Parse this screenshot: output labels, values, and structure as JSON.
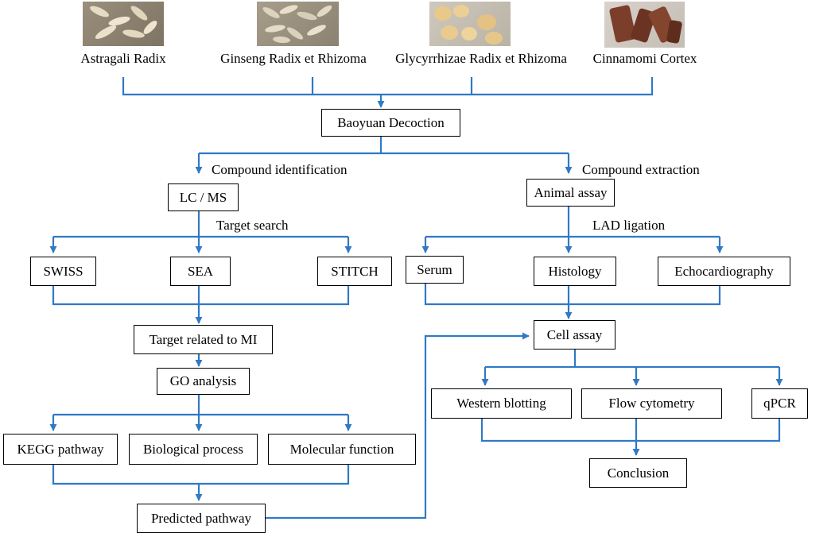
{
  "herbs": [
    {
      "name": "Astragali Radix",
      "icon": "astragali-slices-photo"
    },
    {
      "name": "Ginseng Radix et Rhizoma",
      "icon": "ginseng-slices-photo"
    },
    {
      "name": "Glycyrrhizae Radix et Rhizoma",
      "icon": "glycyrrhizae-slices-photo"
    },
    {
      "name": "Cinnamomi Cortex",
      "icon": "cinnamomi-bark-photo"
    }
  ],
  "nodes": {
    "decoction": "Baoyuan Decoction",
    "lcms": "LC / MS",
    "swiss": "SWISS",
    "sea": "SEA",
    "stitch": "STITCH",
    "target_mi": "Target related to MI",
    "go": "GO analysis",
    "kegg": "KEGG pathway",
    "bio": "Biological process",
    "mol": "Molecular function",
    "predicted": "Predicted pathway",
    "animal": "Animal assay",
    "serum": "Serum",
    "histology": "Histology",
    "echo": "Echocardiography",
    "cell": "Cell assay",
    "western": "Western blotting",
    "flow": "Flow cytometry",
    "qpcr": "qPCR",
    "conclusion": "Conclusion"
  },
  "edge_labels": {
    "compound_identification": "Compound identification",
    "compound_extraction": "Compound extraction",
    "target_search": "Target search",
    "lad_ligation": "LAD ligation"
  },
  "colors": {
    "connector": "#2f79c6",
    "box_border": "#000000",
    "text": "#000000"
  }
}
